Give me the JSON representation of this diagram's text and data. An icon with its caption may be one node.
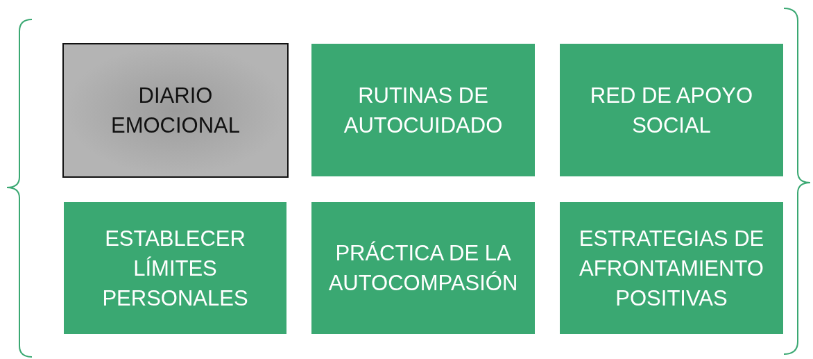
{
  "diagram": {
    "nodes": [
      {
        "text": [
          "DIARIO EMOCIONAL"
        ]
      },
      {
        "text": [
          "RUTINAS DE AUTOCUIDADO"
        ]
      },
      {
        "text": [
          "RED DE APOYO SOCIAL"
        ]
      },
      {
        "text": [
          "ESTABLECER LÍMITES PERSONALES"
        ]
      },
      {
        "text": [
          "PRÁCTICA DE LA AUTOCOMPASIÓN"
        ]
      },
      {
        "text": [
          "ESTRATEGIAS DE AFRONTAMIENTO POSITIVAS"
        ]
      }
    ]
  }
}
